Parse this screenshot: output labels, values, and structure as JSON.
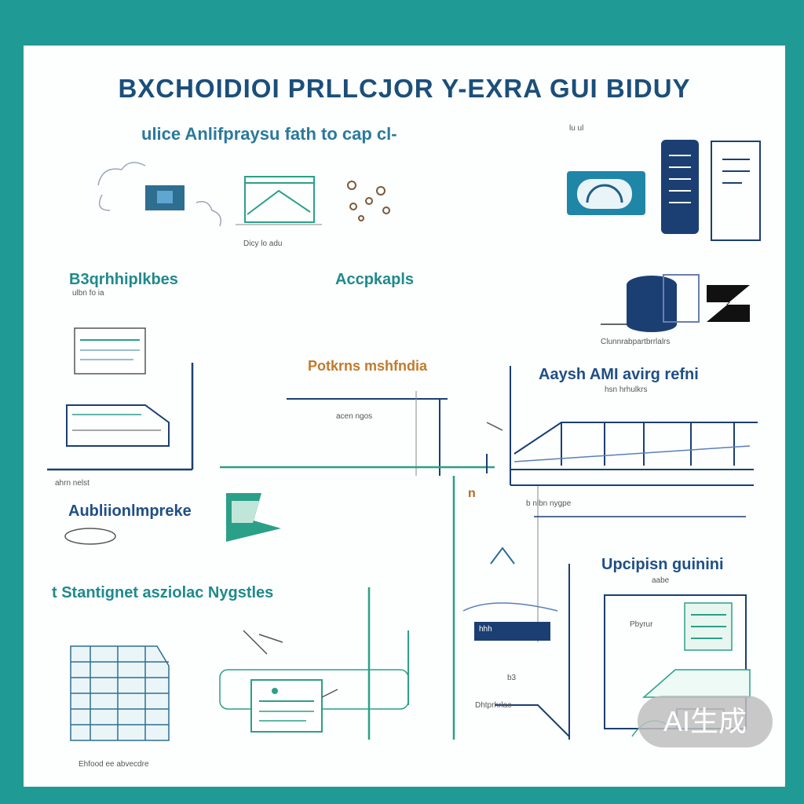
{
  "title": "BXCHOIDIOI PRLLCJOR Y-EXRA GUI BIDUY",
  "subtitle": "ulice Anlifpraysu fath  to cap cl-",
  "sections": {
    "top_caption": "Dicy lo adu",
    "left_heading_1": "B3qrhhiplkbes",
    "left_heading_1_note": "ulbn fo ia",
    "center_heading_1": "Accpkapls",
    "right_note_top": "lu ul",
    "right_note_2": "Clunnrabpartbrrlalrs",
    "center_heading_orange": "Potkrns mshfndia",
    "center_note": "acen ngos",
    "right_heading_2": "Aaysh AMI avirg refni",
    "right_heading_2_note": "hsn hrhulkrs",
    "left_note_2": "ahrn nelst",
    "left_heading_2": "Aubliionlmpreke",
    "center_orange_letter": "n",
    "right_note_3": "b nlbn nygpe",
    "right_heading_3": "Upcipisn guinini",
    "right_heading_3_note": "aabe",
    "center_block_label": "hhh",
    "left_heading_3": "t Stantignet asziolac Nygstles",
    "right_box_label": "Pbyrur",
    "center_note_2": "Dhtprhrlao",
    "center_note_3": "b3",
    "left_bottom_note": "Ehfood ee abvecdre"
  },
  "watermark": "AI生成",
  "colors": {
    "frame": "#1f9a94",
    "navy": "#1b3f72",
    "teal": "#2ba088",
    "orange": "#c27a2c"
  }
}
